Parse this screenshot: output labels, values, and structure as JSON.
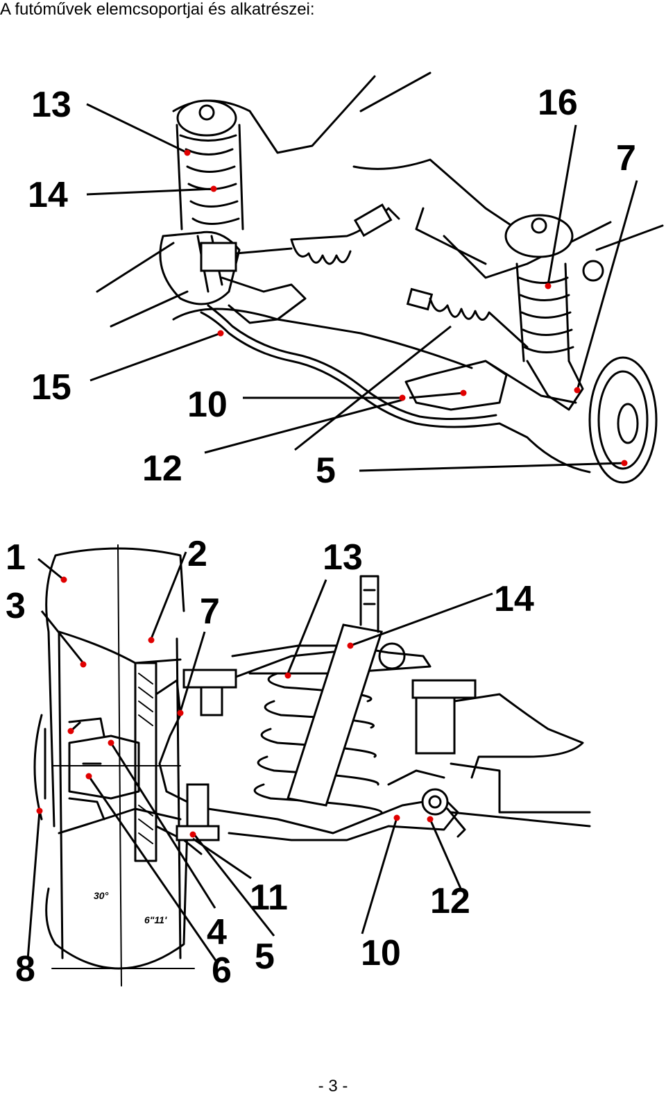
{
  "page": {
    "title": "A futóművek elemcsoportjai és alkatrészei:",
    "page_number": "- 3 -"
  },
  "diagram_top": {
    "labels": [
      "13",
      "14",
      "15",
      "10",
      "12",
      "5",
      "16",
      "7"
    ]
  },
  "diagram_bottom": {
    "labels": [
      "1",
      "2",
      "3",
      "7",
      "13",
      "14",
      "8",
      "4",
      "6",
      "5",
      "11",
      "10",
      "12"
    ],
    "tire_markings": [
      "30°",
      "6\"11'"
    ]
  },
  "colors": {
    "marker": "#e00000",
    "line": "#000000"
  }
}
